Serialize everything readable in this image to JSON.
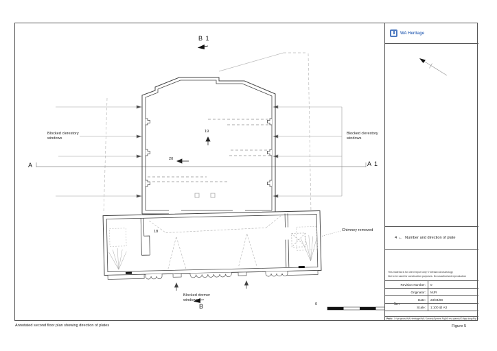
{
  "sheet": {
    "caption": "Annotated second floor plan showing direction of plates",
    "figure_label": "Figure 5"
  },
  "title_block": {
    "brand": {
      "name": "WA Heritage",
      "color": "#4d79c0"
    },
    "legend": {
      "number": "4",
      "arrow": "←",
      "label": "Number and direction of plate"
    },
    "disclaimer": {
      "line1": "This material is for client report only © Wessex Archaeology",
      "line2": "Not to be used for construction purposes. No unauthorised reproduction"
    },
    "info_table": {
      "rows": [
        {
          "label": "Revision Number:",
          "value": "0"
        },
        {
          "label": "Originator:",
          "value": "MJR"
        },
        {
          "label": "Date:",
          "value": "23/04/08"
        },
        {
          "label": "Scale:",
          "value": "1:100 @ A3"
        }
      ]
    },
    "path": {
      "label": "Path:",
      "value": "X:\\projects\\WA Heritage\\WA Survey\\Symes Fig05 rev plans\\A3 figs dwg\\Fig 5"
    }
  },
  "plan": {
    "section_labels": {
      "top": "B 1",
      "bottom": "B",
      "left": "A",
      "right": "A 1"
    },
    "annotations": {
      "left_clerestory": "Blocked clerestory windows",
      "right_clerestory": "Blocked clerestory windows",
      "chimney": "Chimney removed",
      "dormer": "Blocked dormer windows"
    },
    "plate_numbers": {
      "p18": "18",
      "p19": "19",
      "p20": "20"
    },
    "scale_bar": {
      "zero": "0",
      "max": "5m"
    }
  }
}
